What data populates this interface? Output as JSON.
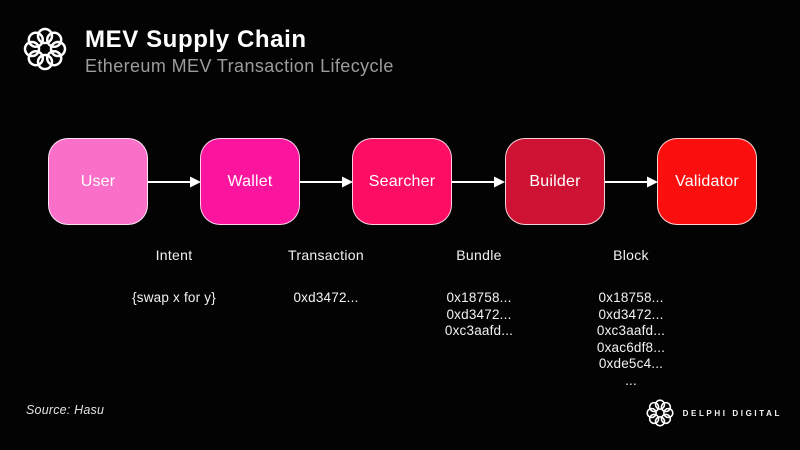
{
  "header": {
    "title": "MEV Supply Chain",
    "subtitle": "Ethereum MEV Transaction Lifecycle"
  },
  "flow": {
    "boxes": [
      {
        "label": "User",
        "color": "#fa70c8"
      },
      {
        "label": "Wallet",
        "color": "#fa149e"
      },
      {
        "label": "Searcher",
        "color": "#fd0d64"
      },
      {
        "label": "Builder",
        "color": "#cd1233"
      },
      {
        "label": "Validator",
        "color": "#fb0e0e"
      }
    ],
    "stages": [
      {
        "label": "Intent",
        "values": [
          "{swap x for y}"
        ]
      },
      {
        "label": "Transaction",
        "values": [
          "0xd3472..."
        ]
      },
      {
        "label": "Bundle",
        "values": [
          "0x18758...",
          "0xd3472...",
          "0xc3aafd..."
        ]
      },
      {
        "label": "Block",
        "values": [
          "0x18758...",
          "0xd3472...",
          "0xc3aafd...",
          "0xac6df8...",
          "0xde5c4...",
          "..."
        ]
      }
    ]
  },
  "footer": {
    "source": "Source: Hasu",
    "brand": "DELPHI DIGITAL"
  },
  "icons": {
    "logo": "delphi-knot-logo",
    "arrow": "right-arrow"
  }
}
